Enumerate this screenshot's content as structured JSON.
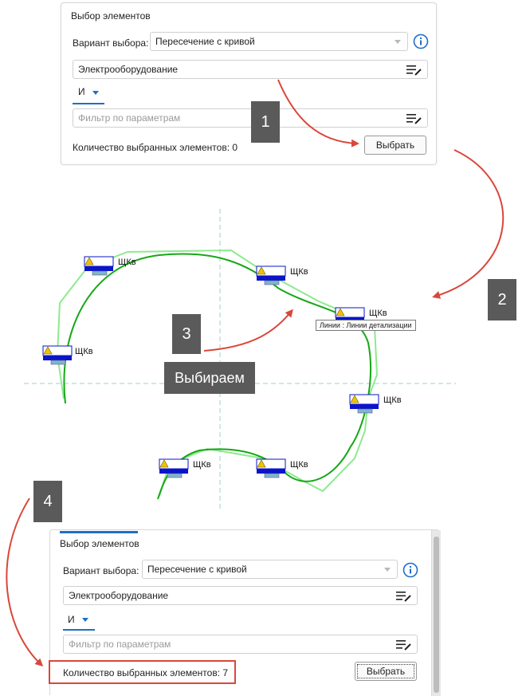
{
  "panel_top": {
    "title": "Выбор элементов",
    "mode_label": "Вариант выбора:",
    "mode_value": "Пересечение с кривой",
    "category_value": "Электрооборудование",
    "logic_value": "И",
    "filter_placeholder": "Фильтр по параметрам",
    "count_text": "Количество выбранных элементов: 0",
    "select_button": "Выбрать"
  },
  "panel_bottom": {
    "title": "Выбор элементов",
    "mode_label": "Вариант выбора:",
    "mode_value": "Пересечение с кривой",
    "category_value": "Электрооборудование",
    "logic_value": "И",
    "filter_placeholder": "Фильтр по параметрам",
    "count_text": "Количество выбранных элементов: 7",
    "select_button": "Выбрать"
  },
  "steps": {
    "s1": "1",
    "s2": "2",
    "s3": "3",
    "s4": "4"
  },
  "canvas": {
    "caption": "Выбираем",
    "tooltip": "Линии : Линии детализации",
    "element_label": "ЩКв",
    "element_labels": [
      "ЩКв",
      "ЩКв",
      "ЩКв",
      "ЩКв",
      "ЩКв",
      "ЩКв",
      "ЩКв"
    ]
  },
  "colors": {
    "accent": "#1e6ec8",
    "annotation_arrow": "#d9473a",
    "curve_dark": "#15a815",
    "curve_light": "#8eea8e",
    "badge_bg": "#5a5a5a",
    "element_bar": "#0a14c8",
    "warning": "#f2c200",
    "grid_line": "#9ad6c8"
  },
  "icons": [
    "info-icon",
    "list-edit-icon",
    "chevron-down-icon",
    "warning-icon"
  ]
}
